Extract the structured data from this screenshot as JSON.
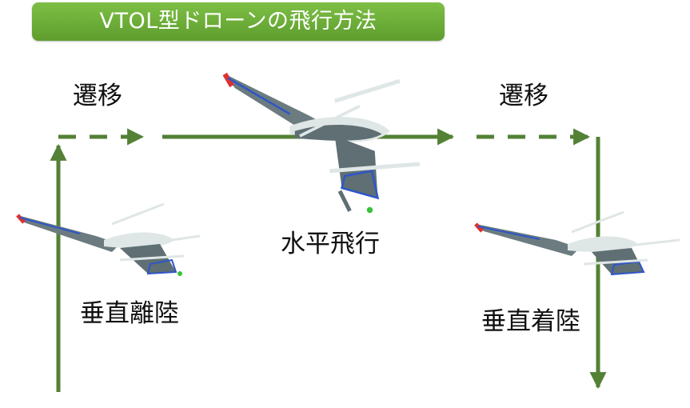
{
  "title": "VTOL型ドローンの飛行方法",
  "labels": {
    "transition_left": "遷移",
    "transition_right": "遷移",
    "horizontal_flight": "水平飛行",
    "vertical_takeoff": "垂直離陸",
    "vertical_landing": "垂直着陸"
  },
  "colors": {
    "path_green": "#538135",
    "banner_green": "#6aac37",
    "drone_body": "#5f6f73",
    "drone_highlight": "#dfe6e6",
    "drone_outline_blue": "#2f56c8",
    "wing_tip_red": "#e03030",
    "landing_gear_green": "#39c339"
  },
  "icons": {
    "drone": "vtol-drone-icon",
    "arrow": "arrow-head-icon"
  }
}
